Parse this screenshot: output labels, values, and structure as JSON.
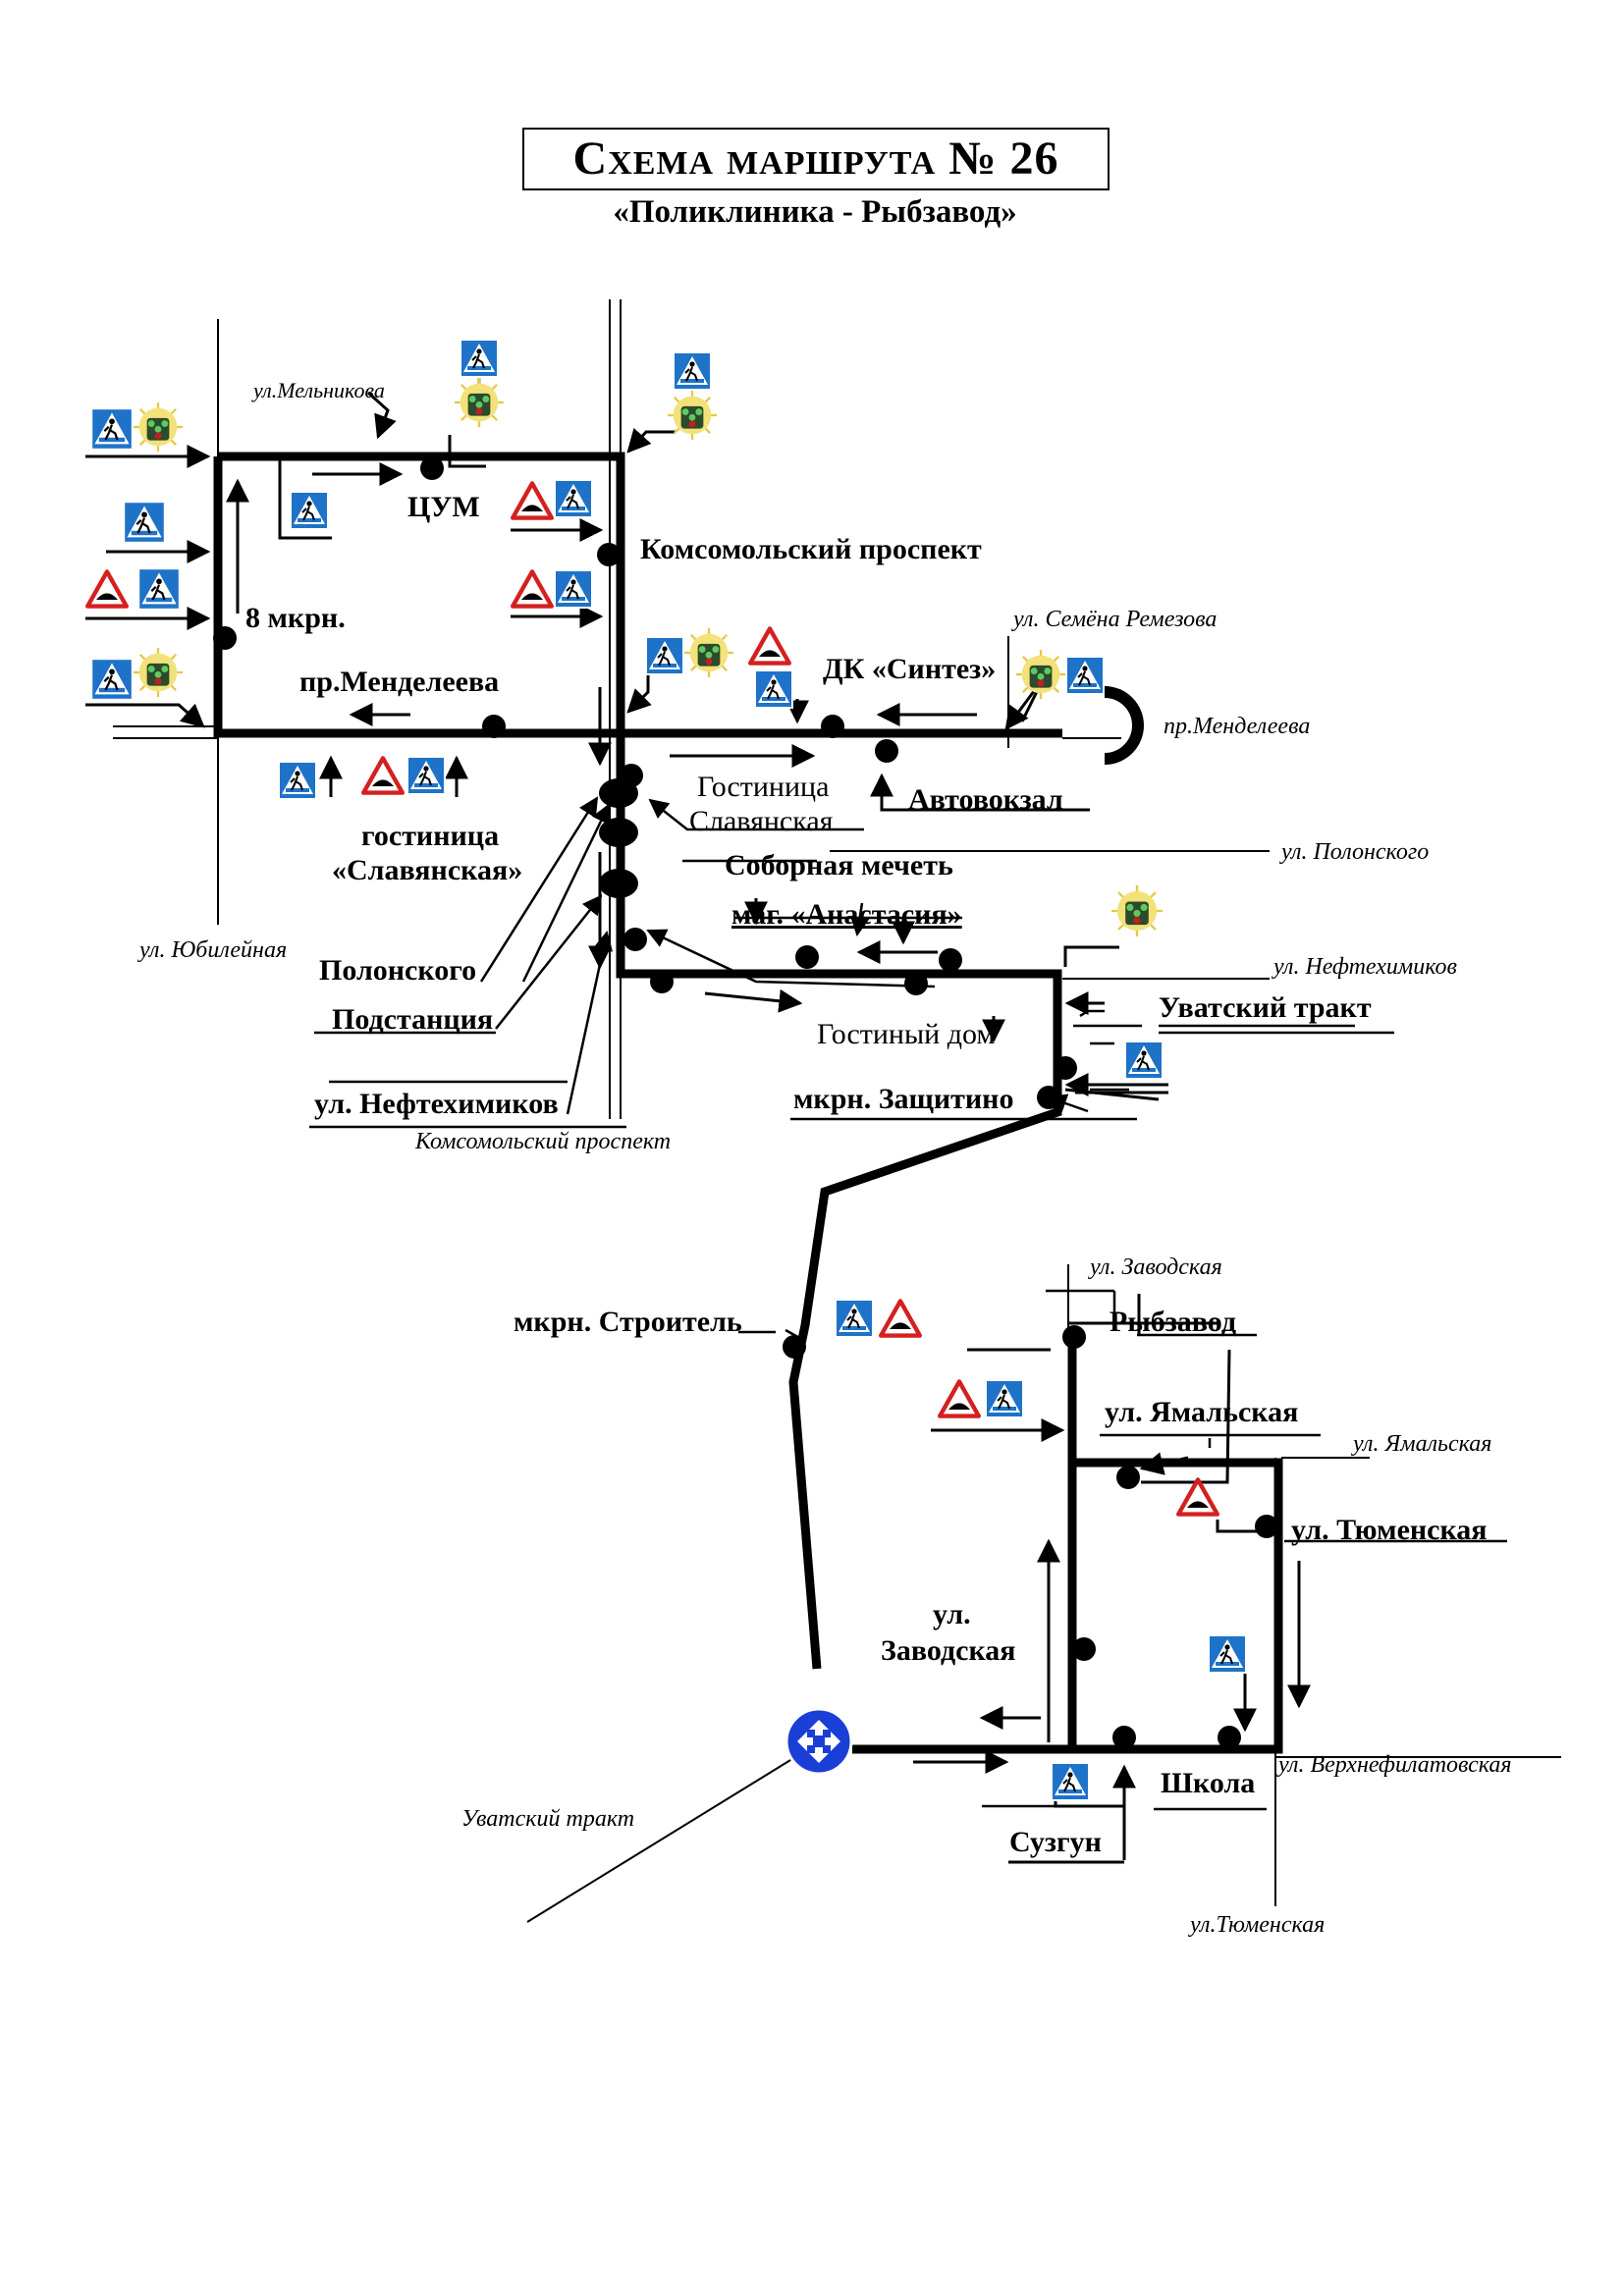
{
  "header": {
    "title": "Схема маршрута № 26",
    "subtitle": "«Поликлиника - Рыбзавод»"
  },
  "stops": {
    "tsum": "ЦУМ",
    "komsomolsky": "Комсомольский проспект",
    "mkr8": "8 мкрн.",
    "pr_mendeleeva": "пр.Менделеева",
    "dk_sintez": "ДК «Синтез»",
    "avtovokzal": "Автовокзал",
    "gost_slav_right_1": "Гостиница",
    "gost_slav_right_2": "Славянская",
    "gost_slav_left_1": "гостиница",
    "gost_slav_left_2": "«Славянская»",
    "sobornaya": "Соборная мечеть",
    "anastasia": "маг. «Анастасия»",
    "polonskogo": "Полонского",
    "podstantsiya": "Подстанция",
    "neftehimikov": "ул. Нефтехимиков",
    "gostiny_dom": "Гостиный дом",
    "uvatsky": "Уватский тракт",
    "zashchitino": "мкрн. Защитино",
    "stroitel": "мкрн. Строитель",
    "rybzavod": "Рыбзавод",
    "yamalskaya": "ул. Ямальская",
    "tyumenskaya": "ул. Тюменская",
    "zavodskaya_1": "ул.",
    "zavodskaya_2": "Заводская",
    "shkola": "Школа",
    "suzgun": "Сузгун"
  },
  "streets": {
    "melnikova": "ул.Мельникова",
    "semena_remezova": "ул. Семёна Ремезова",
    "mendeleeva": "пр.Менделеева",
    "polonskogo": "ул. Полонского",
    "yubileynaya": "ул. Юбилейная",
    "neftehimikov": "ул. Нефтехимиков",
    "komsomolsky": "Комсомольский проспект",
    "zavodskaya": "ул. Заводская",
    "yamalskaya": "ул. Ямальская",
    "verhnefilatovskaya": "ул. Верхнефилатовская",
    "uvatsky": "Уватский тракт",
    "tyumenskaya": "ул.Тюменская"
  },
  "colors": {
    "route": "#000000",
    "crossing_sign": "#1e73c8",
    "warning_sign": "#d42020",
    "roundabout": "#1a3fd6",
    "traffic_light_glow": "#f3e27a"
  }
}
